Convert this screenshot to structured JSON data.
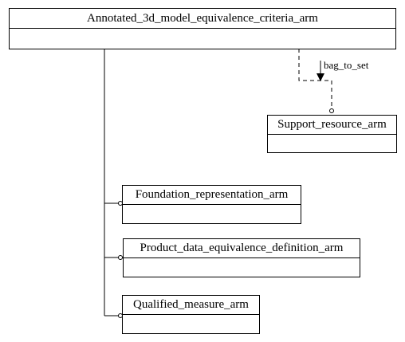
{
  "diagram": {
    "root_entity": {
      "name": "Annotated_3d_model_equivalence_criteria_arm"
    },
    "entities": [
      {
        "name": "Support_resource_arm"
      },
      {
        "name": "Foundation_representation_arm"
      },
      {
        "name": "Product_data_equivalence_definition_arm"
      },
      {
        "name": "Qualified_measure_arm"
      }
    ],
    "relationship_labels": {
      "support_link": "bag_to_set"
    }
  }
}
